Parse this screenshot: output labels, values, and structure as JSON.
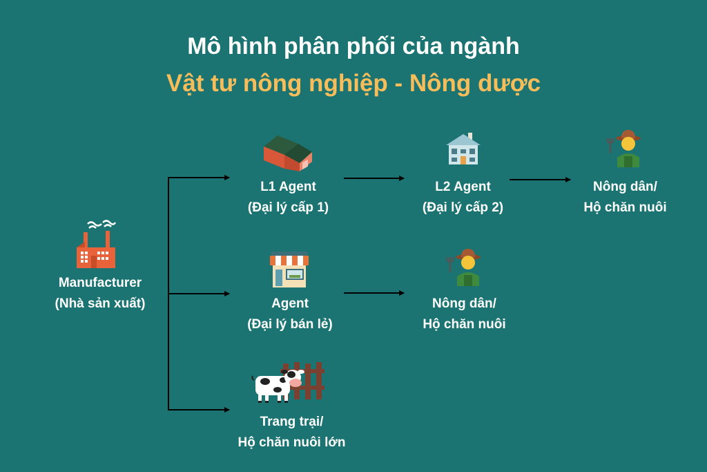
{
  "title": {
    "line1": "Mô hình phân phối của ngành",
    "line2": "Vật tư nông nghiệp - Nông dược"
  },
  "colors": {
    "background": "#1b7472",
    "title_accent": "#f6bd5a",
    "arrow": "#000000"
  },
  "nodes": {
    "manufacturer": {
      "line1": "Manufacturer",
      "line2": "(Nhà sản xuất)",
      "icon": "factory-icon"
    },
    "l1_agent": {
      "line1": "L1 Agent",
      "line2": "(Đại lý cấp 1)",
      "icon": "warehouse-icon"
    },
    "l2_agent": {
      "line1": "L2 Agent",
      "line2": "(Đại lý cấp 2)",
      "icon": "house-icon"
    },
    "farmer_top": {
      "line1": "Nông dân/",
      "line2": "Hộ chăn nuôi",
      "icon": "farmer-icon"
    },
    "agent": {
      "line1": "Agent",
      "line2": "(Đại lý bán lẻ)",
      "icon": "shop-icon"
    },
    "farmer_mid": {
      "line1": "Nông dân/",
      "line2": "Hộ chăn nuôi",
      "icon": "farmer-icon"
    },
    "farm": {
      "line1": "Trang trại/",
      "line2": "Hộ chăn nuôi lớn",
      "icon": "cow-fence-icon"
    }
  }
}
